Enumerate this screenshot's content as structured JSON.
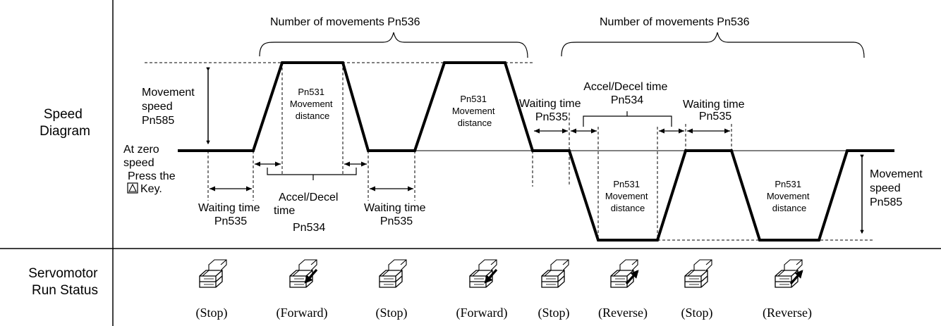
{
  "rows": {
    "speed_diagram": [
      "Speed",
      "Diagram"
    ],
    "run_status": [
      "Servomotor",
      "Run Status"
    ]
  },
  "braces": {
    "left": "Number of movements Pn536",
    "right": "Number of movements Pn536"
  },
  "labels": {
    "movement_speed_left": [
      "Movement",
      "speed",
      "Pn585"
    ],
    "at_zero_speed": [
      "At zero",
      "speed"
    ],
    "press_key": [
      "Press the",
      "Key."
    ],
    "waiting_time_1": [
      "Waiting time",
      "Pn535"
    ],
    "accel_decel_bottom": [
      "Accel/Decel",
      "time",
      "Pn534"
    ],
    "waiting_time_2": [
      "Waiting time",
      "Pn535"
    ],
    "waiting_time_3": [
      "Waiting time",
      "Pn535"
    ],
    "accel_decel_top": [
      "Accel/Decel time",
      "Pn534"
    ],
    "waiting_time_4": [
      "Waiting time",
      "Pn535"
    ],
    "movement_speed_right": [
      "Movement",
      "speed",
      "Pn585"
    ],
    "movement_distance_1": [
      "Pn531",
      "Movement",
      "distance"
    ],
    "movement_distance_2": [
      "Pn531",
      "Movement",
      "distance"
    ],
    "movement_distance_3": [
      "Pn531",
      "Movement",
      "distance"
    ],
    "movement_distance_4": [
      "Pn531",
      "Movement",
      "distance"
    ]
  },
  "states": [
    "(Stop)",
    "(Forward)",
    "(Stop)",
    "(Forward)",
    "(Stop)",
    "(Reverse)",
    "(Stop)",
    "(Reverse)"
  ],
  "icons": [
    "servomotor-stop-icon",
    "servomotor-forward-icon",
    "servomotor-stop-icon",
    "servomotor-forward-icon",
    "servomotor-stop-icon",
    "servomotor-reverse-icon",
    "servomotor-stop-icon",
    "servomotor-reverse-icon"
  ]
}
